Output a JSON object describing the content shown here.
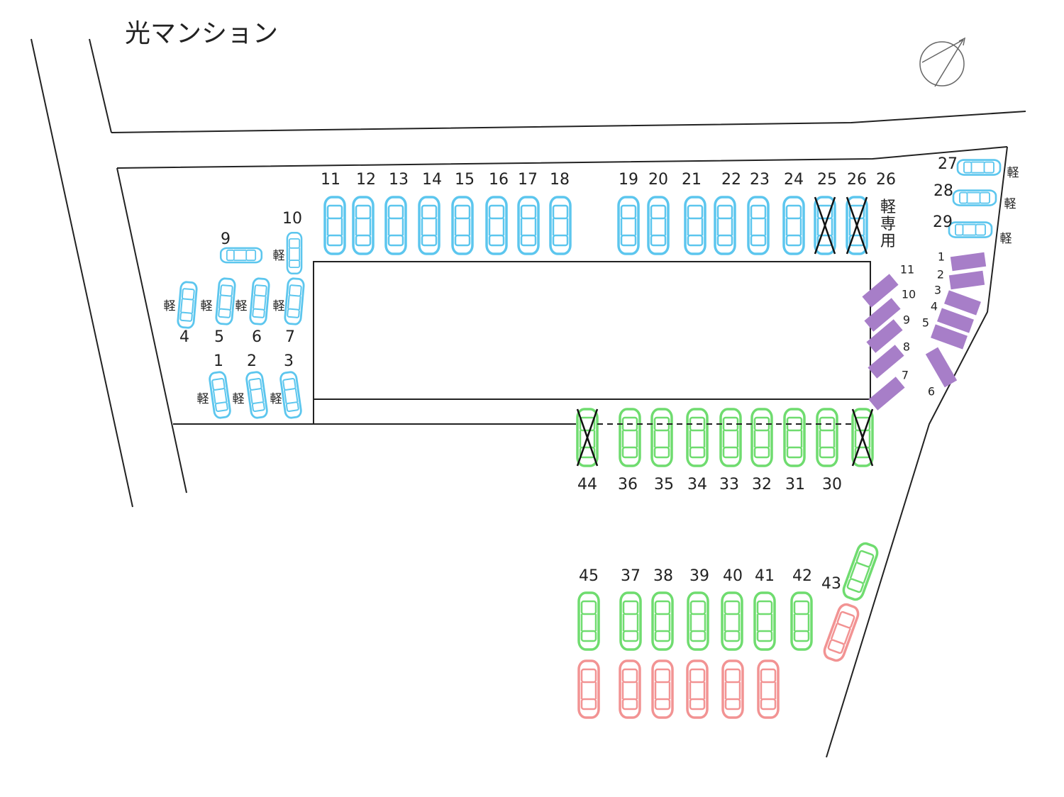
{
  "title": "光マンション",
  "legend_kei": "軽",
  "kei_only_label": [
    "軽",
    "専",
    "用"
  ],
  "colors": {
    "blue": "#5cc6ee",
    "green": "#6fdc6f",
    "red": "#f29393",
    "purple": "#a77ec8",
    "line": "#222222"
  },
  "spots": [
    {
      "id": "b11",
      "label": "11",
      "color": "blue",
      "status": "available"
    },
    {
      "id": "b12",
      "label": "12",
      "color": "blue",
      "status": "available"
    },
    {
      "id": "b13",
      "label": "13",
      "color": "blue",
      "status": "available"
    },
    {
      "id": "b14",
      "label": "14",
      "color": "blue",
      "status": "available"
    },
    {
      "id": "b15",
      "label": "15",
      "color": "blue",
      "status": "available"
    },
    {
      "id": "b16",
      "label": "16",
      "color": "blue",
      "status": "available"
    },
    {
      "id": "b17",
      "label": "17",
      "color": "blue",
      "status": "available"
    },
    {
      "id": "b18",
      "label": "18",
      "color": "blue",
      "status": "available"
    },
    {
      "id": "b19",
      "label": "19",
      "color": "blue",
      "status": "available"
    },
    {
      "id": "b20",
      "label": "20",
      "color": "blue",
      "status": "available"
    },
    {
      "id": "b21",
      "label": "21",
      "color": "blue",
      "status": "available"
    },
    {
      "id": "b22",
      "label": "22",
      "color": "blue",
      "status": "available"
    },
    {
      "id": "b23",
      "label": "23",
      "color": "blue",
      "status": "available"
    },
    {
      "id": "b24",
      "label": "24",
      "color": "blue",
      "status": "available"
    },
    {
      "id": "b25",
      "label": "25",
      "color": "blue",
      "status": "unavailable"
    },
    {
      "id": "b26",
      "label": "26",
      "color": "blue",
      "status": "unavailable"
    },
    {
      "id": "b26k",
      "label": "26",
      "color": "blue",
      "status": "kei-only"
    },
    {
      "id": "b27",
      "label": "27",
      "color": "blue",
      "status": "kei"
    },
    {
      "id": "b28",
      "label": "28",
      "color": "blue",
      "status": "kei"
    },
    {
      "id": "b29",
      "label": "29",
      "color": "blue",
      "status": "kei"
    },
    {
      "id": "b1",
      "label": "1",
      "color": "blue",
      "status": "kei"
    },
    {
      "id": "b2",
      "label": "2",
      "color": "blue",
      "status": "kei"
    },
    {
      "id": "b3",
      "label": "3",
      "color": "blue",
      "status": "kei"
    },
    {
      "id": "b4",
      "label": "4",
      "color": "blue",
      "status": "kei"
    },
    {
      "id": "b5",
      "label": "5",
      "color": "blue",
      "status": "kei"
    },
    {
      "id": "b6",
      "label": "6",
      "color": "blue",
      "status": "kei"
    },
    {
      "id": "b7",
      "label": "7",
      "color": "blue",
      "status": "kei"
    },
    {
      "id": "b9",
      "label": "9",
      "color": "blue",
      "status": "available"
    },
    {
      "id": "b10",
      "label": "10",
      "color": "blue",
      "status": "kei"
    },
    {
      "id": "g44",
      "label": "44",
      "color": "green",
      "status": "unavailable"
    },
    {
      "id": "g36",
      "label": "36",
      "color": "green",
      "status": "available"
    },
    {
      "id": "g35",
      "label": "35",
      "color": "green",
      "status": "available"
    },
    {
      "id": "g34",
      "label": "34",
      "color": "green",
      "status": "available"
    },
    {
      "id": "g33",
      "label": "33",
      "color": "green",
      "status": "available"
    },
    {
      "id": "g32",
      "label": "32",
      "color": "green",
      "status": "available"
    },
    {
      "id": "g31",
      "label": "31",
      "color": "green",
      "status": "available"
    },
    {
      "id": "g30",
      "label": "30",
      "color": "green",
      "status": "available"
    },
    {
      "id": "gx",
      "label": "",
      "color": "green",
      "status": "unavailable"
    },
    {
      "id": "g45",
      "label": "45",
      "color": "green",
      "status": "available"
    },
    {
      "id": "g37",
      "label": "37",
      "color": "green",
      "status": "available"
    },
    {
      "id": "g38",
      "label": "38",
      "color": "green",
      "status": "available"
    },
    {
      "id": "g39",
      "label": "39",
      "color": "green",
      "status": "available"
    },
    {
      "id": "g40",
      "label": "40",
      "color": "green",
      "status": "available"
    },
    {
      "id": "g41",
      "label": "41",
      "color": "green",
      "status": "available"
    },
    {
      "id": "g42",
      "label": "42",
      "color": "green",
      "status": "available"
    },
    {
      "id": "g43",
      "label": "43",
      "color": "green",
      "status": "available"
    },
    {
      "id": "r1",
      "label": "",
      "color": "red",
      "status": "available"
    },
    {
      "id": "r2",
      "label": "",
      "color": "red",
      "status": "available"
    },
    {
      "id": "r3",
      "label": "",
      "color": "red",
      "status": "available"
    },
    {
      "id": "r4",
      "label": "",
      "color": "red",
      "status": "available"
    },
    {
      "id": "r5",
      "label": "",
      "color": "red",
      "status": "available"
    },
    {
      "id": "r6",
      "label": "",
      "color": "red",
      "status": "available"
    },
    {
      "id": "r7",
      "label": "",
      "color": "red",
      "status": "available"
    }
  ],
  "bike_spots": [
    {
      "id": "p1",
      "label": "1"
    },
    {
      "id": "p2",
      "label": "2"
    },
    {
      "id": "p3",
      "label": "3"
    },
    {
      "id": "p4",
      "label": "4"
    },
    {
      "id": "p5",
      "label": "5"
    },
    {
      "id": "p6",
      "label": "6"
    },
    {
      "id": "p7",
      "label": "7"
    },
    {
      "id": "p8",
      "label": "8"
    },
    {
      "id": "p9",
      "label": "9"
    },
    {
      "id": "p10",
      "label": "10"
    },
    {
      "id": "p11",
      "label": "11"
    }
  ]
}
